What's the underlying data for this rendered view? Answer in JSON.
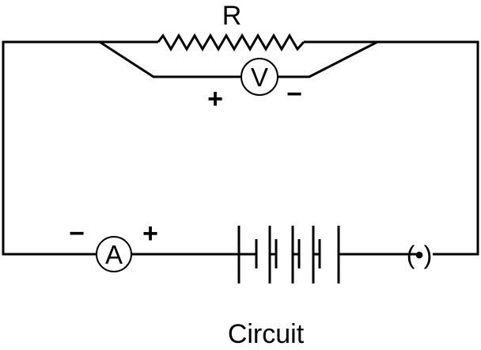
{
  "resistor": {
    "label": "R"
  },
  "voltmeter": {
    "label": "V",
    "positive_sign": "+",
    "negative_sign": "−"
  },
  "ammeter": {
    "label": "A",
    "positive_sign": "+",
    "negative_sign": "−"
  },
  "switch": {
    "label": "(•)"
  },
  "caption": "Circuit"
}
